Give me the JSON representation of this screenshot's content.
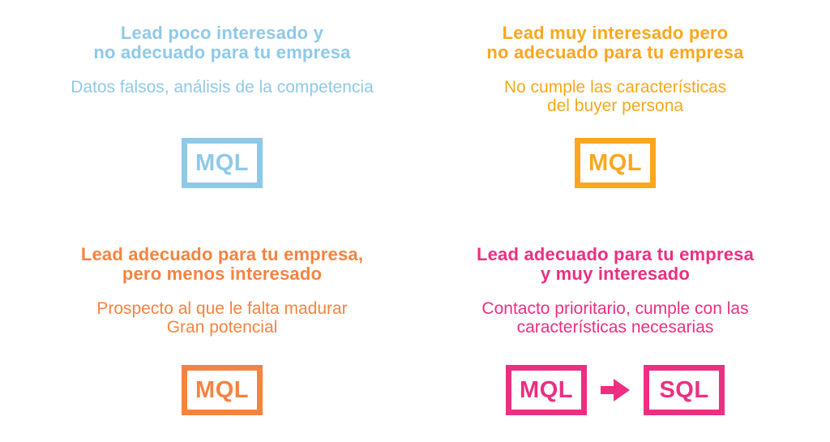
{
  "page": {
    "background": "#ffffff"
  },
  "quadrants": [
    {
      "name": "lead-low-interest-not-suitable",
      "color": "#8FC9E9",
      "title_line1": "Lead poco interesado y",
      "title_line2": "no adecuado para tu empresa",
      "subtitle_line1": "Datos falsos, análisis de la competencia",
      "subtitle_line2": "",
      "badges": [
        "MQL"
      ]
    },
    {
      "name": "lead-high-interest-not-suitable",
      "color": "#FAA71E",
      "title_line1": "Lead muy interesado pero",
      "title_line2": "no adecuado para tu empresa",
      "subtitle_line1": "No cumple las características",
      "subtitle_line2": "del buyer persona",
      "badges": [
        "MQL"
      ]
    },
    {
      "name": "lead-suitable-less-interested",
      "color": "#F5833F",
      "title_line1": "Lead adecuado para tu empresa,",
      "title_line2": "pero menos interesado",
      "subtitle_line1": "Prospecto al que le falta madurar",
      "subtitle_line2": "Gran potencial",
      "badges": [
        "MQL"
      ]
    },
    {
      "name": "lead-suitable-high-interest",
      "color": "#EC2F81",
      "title_line1": "Lead adecuado para tu empresa",
      "title_line2": "y muy interesado",
      "subtitle_line1": "Contacto prioritario, cumple con las",
      "subtitle_line2": "características necesarias",
      "badges": [
        "MQL",
        "SQL"
      ],
      "arrow_icon": "right-arrow"
    }
  ]
}
